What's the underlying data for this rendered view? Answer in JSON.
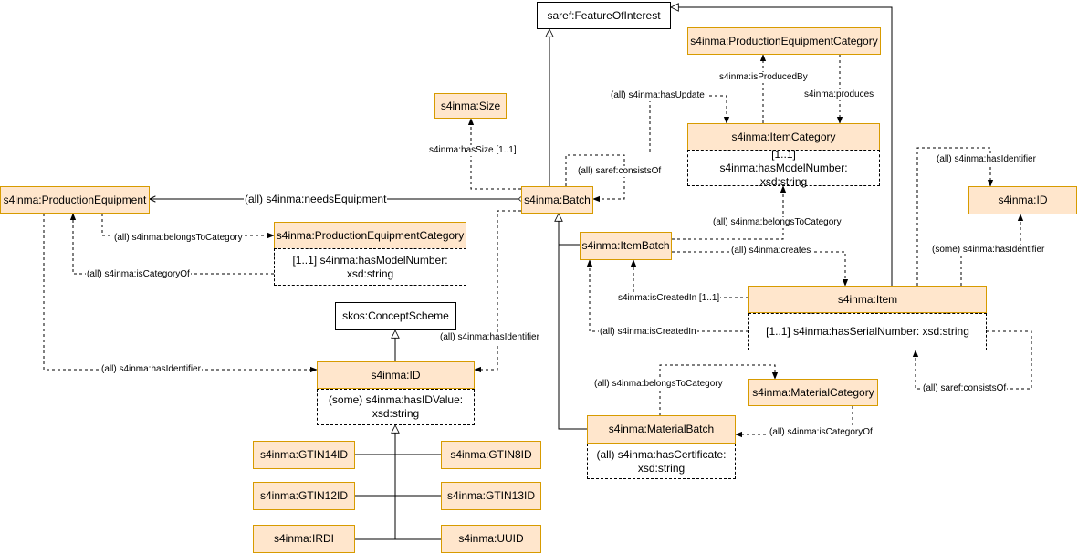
{
  "diagram": {
    "nodes": {
      "feature_of_interest": "saref:FeatureOfInterest",
      "pec_top": "s4inma:ProductionEquipmentCategory",
      "size": "s4inma:Size",
      "item_category": "s4inma:ItemCategory",
      "item_category_attr": "[1..1] s4inma:hasModelNumber: xsd:string",
      "production_equipment": "s4inma:ProductionEquipment",
      "batch": "s4inma:Batch",
      "id_right": "s4inma:ID",
      "pec_mid": "s4inma:ProductionEquipmentCategory",
      "pec_mid_attr": "[1..1] s4inma:hasModelNumber: xsd:string",
      "item_batch": "s4inma:ItemBatch",
      "item": "s4inma:Item",
      "item_attr": "[1..1] s4inma:hasSerialNumber: xsd:string",
      "concept_scheme": "skos:ConceptScheme",
      "id_center": "s4inma:ID",
      "id_center_attr": "(some) s4inma:hasIDValue: xsd:string",
      "material_category": "s4inma:MaterialCategory",
      "material_batch": "s4inma:MaterialBatch",
      "material_batch_attr": "(all) s4inma:hasCertificate: xsd:string",
      "gtin14": "s4inma:GTIN14ID",
      "gtin8": "s4inma:GTIN8ID",
      "gtin12": "s4inma:GTIN12ID",
      "gtin13": "s4inma:GTIN13ID",
      "irdi": "s4inma:IRDI",
      "uuid": "s4inma:UUID"
    },
    "edge_labels": {
      "is_produced_by": "s4inma:isProducedBy",
      "produces": "s4inma:produces",
      "has_update": "(all) s4inma:hasUpdate",
      "has_size": "s4inma:hasSize [1..1]",
      "consists_of_batch": "(all) saref:consistsOf",
      "needs_equipment": "(all) s4inma:needsEquipment",
      "has_identifier_item_top": "(all) s4inma:hasIdentifier",
      "belongs_to_category_item": "(all) s4inma:belongsToCategory",
      "belongs_to_category_equipment": "(all) s4inma:belongsToCategory",
      "is_category_of_equipment": "(all) s4inma:isCategoryOf",
      "creates": "(all) s4inma:creates",
      "has_identifier_item_some": "(some) s4inma:hasIdentifier",
      "is_created_in_one": "s4inma:isCreatedIn [1..1]",
      "is_created_in_all": "(all) s4inma:isCreatedIn",
      "has_identifier_batch": "(all) s4inma:hasIdentifier",
      "has_identifier_equipment": "(all) s4inma:hasIdentifier",
      "belongs_to_category_material": "(all) s4inma:belongsToCategory",
      "consists_of_item": "(all) saref:consistsOf",
      "is_category_of_material": "(all) s4inma:isCategoryOf"
    }
  }
}
